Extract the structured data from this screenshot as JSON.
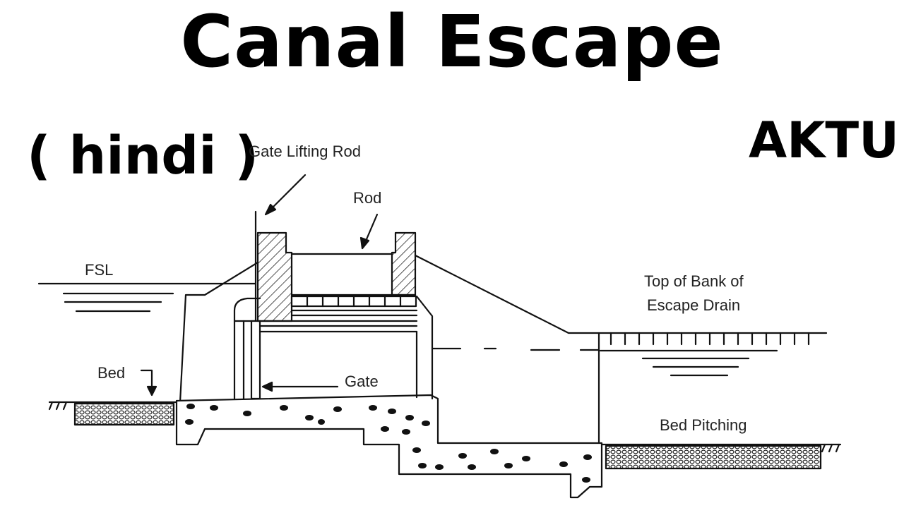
{
  "title": "Canal Escape",
  "subtitle": "( hindi )",
  "brand": "AKTU",
  "labels": {
    "gate_lifting_rod": "Gate Lifting Rod",
    "rod": "Rod",
    "fsl": "FSL",
    "top_of_bank_line1": "Top of Bank of",
    "top_of_bank_line2": "Escape Drain",
    "bed": "Bed",
    "gate": "Gate",
    "bed_pitching": "Bed Pitching"
  }
}
